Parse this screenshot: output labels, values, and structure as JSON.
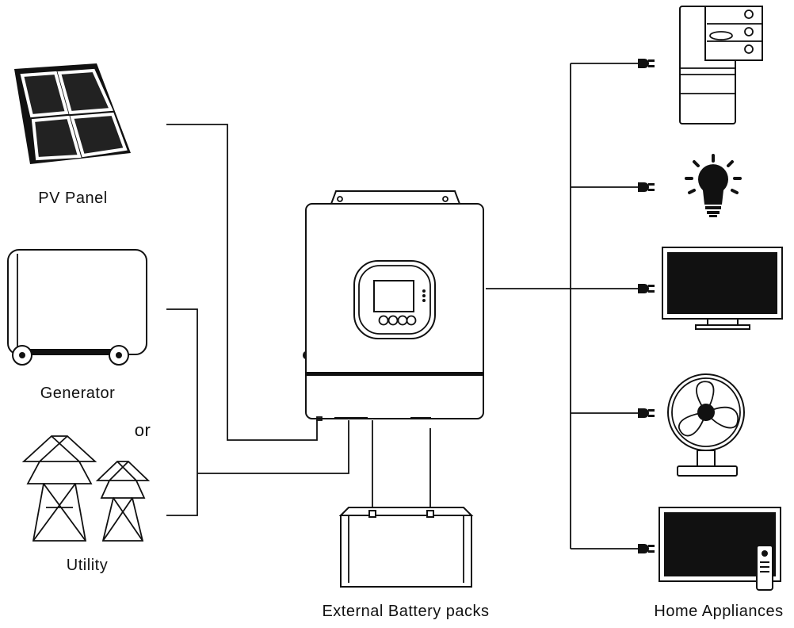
{
  "labels": {
    "pv_panel": "PV Panel",
    "generator": "Generator",
    "or": "or",
    "utility": "Utility",
    "battery": "External Battery packs",
    "appliances": "Home Appliances"
  },
  "colors": {
    "line": "#111111",
    "background": "#ffffff"
  }
}
